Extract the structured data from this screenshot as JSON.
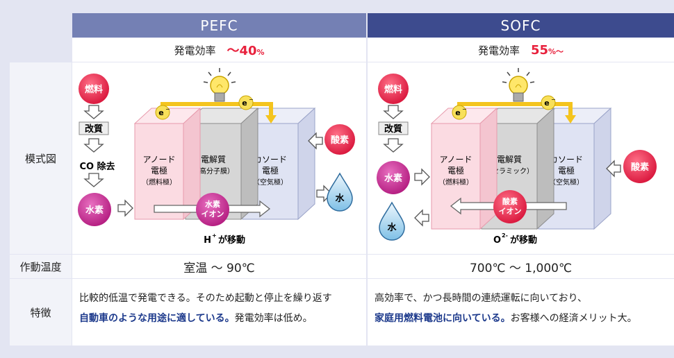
{
  "header": {
    "pefc": "PEFC",
    "sofc": "SOFC"
  },
  "efficiency": {
    "label": "発電効率",
    "pefc_value": "～40",
    "pefc_unit": "%",
    "sofc_value": "55",
    "sofc_unit": "%～"
  },
  "rows": {
    "diagram": "模式図",
    "temperature": "作動温度",
    "features": "特徴"
  },
  "temperature": {
    "pefc": "室温 ～ 90℃",
    "sofc": "700℃ ～ 1,000℃"
  },
  "features": {
    "pefc_line1": "比較的低温で発電できる。そのため起動と停止を繰り返す",
    "pefc_line2_hl": "自動車のような用途に適している。",
    "pefc_line2_rest": "発電効率は低め。",
    "sofc_line1": "高効率で、かつ長時間の連続運転に向いており、",
    "sofc_line2_hl": "家庭用燃料電池に向いている。",
    "sofc_line2_rest": "お客様への経済メリット大。"
  },
  "pefc_diagram": {
    "fuel": "燃料",
    "reform": "改質",
    "co_removal": "CO 除去",
    "hydrogen": "水素",
    "anode_1": "アノード",
    "anode_2": "電極",
    "anode_sub": "（燃料極）",
    "electrolyte": "電解質",
    "electrolyte_sub": "（高分子膜）",
    "cathode_1": "カソード",
    "cathode_2": "電極",
    "cathode_sub": "（空気極）",
    "oxygen": "酸素",
    "water": "水",
    "ion_1": "水素",
    "ion_2": "イオン",
    "electron": "e",
    "move_ion": "H",
    "move_sup": "+",
    "move_text": "が移動"
  },
  "sofc_diagram": {
    "fuel": "燃料",
    "reform": "改質",
    "hydrogen": "水素",
    "anode_1": "アノード",
    "anode_2": "電極",
    "anode_sub": "（燃料極）",
    "electrolyte": "電解質",
    "electrolyte_sub": "（セラミック）",
    "cathode_1": "カソード",
    "cathode_2": "電極",
    "cathode_sub": "（空気極）",
    "oxygen": "酸素",
    "water": "水",
    "ion_1": "酸素",
    "ion_2": "イオン",
    "electron": "e",
    "move_ion": "O",
    "move_sup": "2-",
    "move_text": "が移動"
  },
  "colors": {
    "pefc_header": "#7480b4",
    "sofc_header": "#3d4b8e",
    "accent_red": "#e8223d",
    "highlight_blue": "#1d3a8c"
  }
}
